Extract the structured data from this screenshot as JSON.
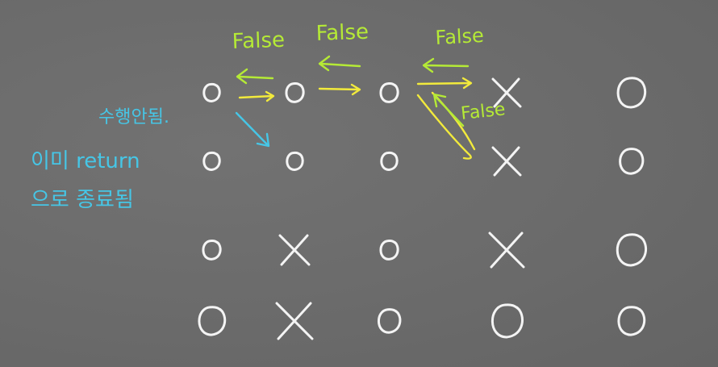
{
  "colors": {
    "background": "#6b6b6b",
    "chalk_white": "#f4f4f4",
    "yellow": "#f2ea3c",
    "green": "#b5ea36",
    "cyan": "#46c6e6"
  },
  "grid": {
    "rows": [
      [
        "O",
        "O",
        "O",
        "X",
        "O"
      ],
      [
        "O",
        "O",
        "O",
        "X",
        "O"
      ],
      [
        "O",
        "X",
        "O",
        "X",
        "O"
      ],
      [
        "O",
        "X",
        "O",
        "O",
        "O"
      ]
    ]
  },
  "annotations": {
    "false_1": "False",
    "false_2": "False",
    "false_3": "False",
    "false_4": "False",
    "not_executed": "수행안됨.",
    "already_return_1": "이미 return",
    "already_return_2": "으로 종료됨"
  }
}
